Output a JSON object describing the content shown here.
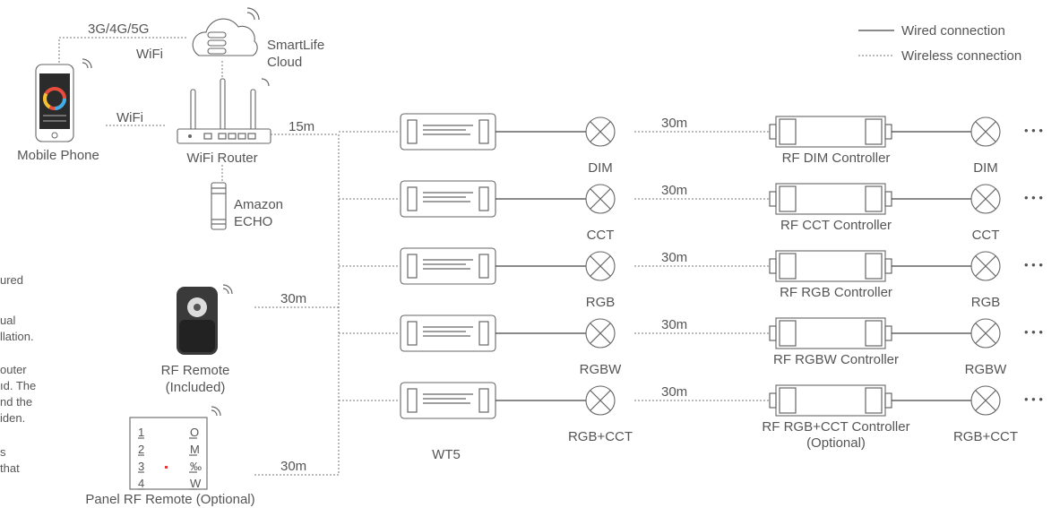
{
  "legend": {
    "wired": "Wired connection",
    "wireless": "Wireless connection"
  },
  "top": {
    "network_label": "3G/4G/5G",
    "wifi_label_top": "WiFi",
    "wifi_label_router": "WiFi",
    "cloud_line1": "SmartLife",
    "cloud_line2": "Cloud",
    "phone_label": "Mobile Phone",
    "router_label": "WiFi Router",
    "echo_line1": "Amazon",
    "echo_line2": "ECHO",
    "router_distance": "15m"
  },
  "remotes": {
    "rf_remote_line1": "RF Remote",
    "rf_remote_line2": "(Included)",
    "rf_remote_distance": "30m",
    "panel_label": "Panel RF Remote (Optional)",
    "panel_distance": "30m",
    "panel_keys": [
      "1",
      "2",
      "3",
      "4"
    ],
    "panel_symbols": [
      "O",
      "M",
      "‰",
      "W"
    ]
  },
  "side_text": [
    "ured",
    "ual",
    "llation.",
    "outer",
    "ıd. The",
    "nd the",
    "iden.",
    "s",
    "that"
  ],
  "controller_label": "WT5",
  "rows": [
    {
      "lamp_label": "DIM",
      "distance": "30m",
      "rf_controller": "RF DIM Controller",
      "rf_controller_note": "",
      "end_lamp_label": "DIM",
      "ellipsis": "• • •"
    },
    {
      "lamp_label": "CCT",
      "distance": "30m",
      "rf_controller": "RF CCT Controller",
      "rf_controller_note": "",
      "end_lamp_label": "CCT",
      "ellipsis": "• • •"
    },
    {
      "lamp_label": "RGB",
      "distance": "30m",
      "rf_controller": "RF RGB Controller",
      "rf_controller_note": "",
      "end_lamp_label": "RGB",
      "ellipsis": "• • •"
    },
    {
      "lamp_label": "RGBW",
      "distance": "30m",
      "rf_controller": "RF RGBW Controller",
      "rf_controller_note": "",
      "end_lamp_label": "RGBW",
      "ellipsis": "• • •"
    },
    {
      "lamp_label": "RGB+CCT",
      "distance": "30m",
      "rf_controller": "RF RGB+CCT Controller",
      "rf_controller_note": "(Optional)",
      "end_lamp_label": "RGB+CCT",
      "ellipsis": "• • •"
    }
  ]
}
